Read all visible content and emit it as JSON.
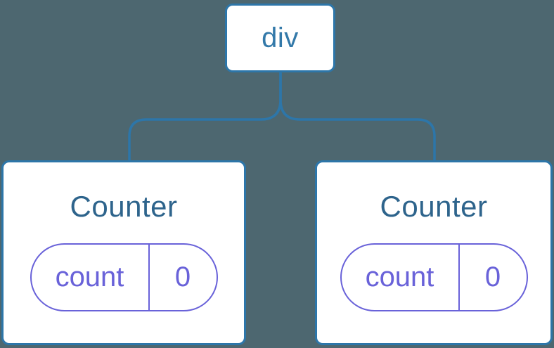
{
  "colors": {
    "background": "#4D6770",
    "node_fill": "#FFFFFF",
    "node_border": "#2D76A9",
    "connector": "#2D76A9",
    "root_label": "#3379A9",
    "component_title": "#2E648C",
    "state_purple": "#6962D9"
  },
  "tree": {
    "root": {
      "label": "div"
    },
    "children": [
      {
        "title": "Counter",
        "state": {
          "key": "count",
          "value": "0"
        }
      },
      {
        "title": "Counter",
        "state": {
          "key": "count",
          "value": "0"
        }
      }
    ]
  }
}
